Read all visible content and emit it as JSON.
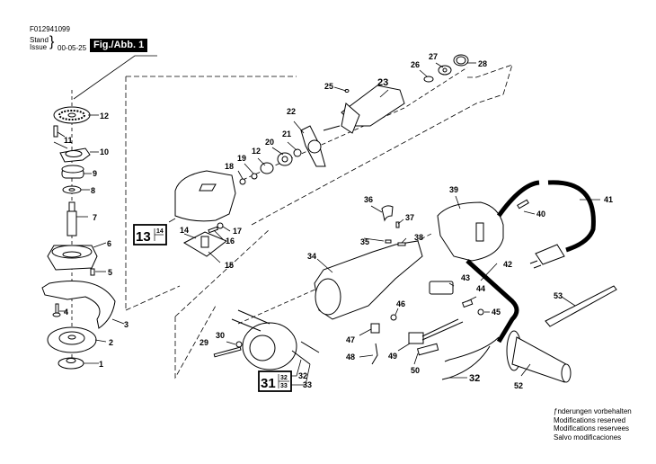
{
  "header": {
    "document_number": "F012941099",
    "stand_label": "Stand",
    "issue_label": "Issue",
    "date": "00-05-25",
    "figure_label": "Fig./Abb. 1"
  },
  "notes": [
    "ƒnderungen vorbehalten",
    "Modifications reserved",
    "Modifications reservees",
    "Salvo modificaciones"
  ],
  "assemblies": [
    {
      "main": "13",
      "sub": "14"
    },
    {
      "main": "31",
      "sub_top": "32",
      "sub_bottom": "33"
    }
  ],
  "parts": {
    "p1": "1",
    "p2": "2",
    "p3": "3",
    "p4": "4",
    "p5": "5",
    "p6": "6",
    "p7": "7",
    "p8": "8",
    "p9": "9",
    "p10": "10",
    "p11": "11",
    "p12a": "12",
    "p12b": "12",
    "p14": "14",
    "p15": "15",
    "p16": "16",
    "p17": "17",
    "p18": "18",
    "p19": "19",
    "p20": "20",
    "p21": "21",
    "p22": "22",
    "p23": "23",
    "p25": "25",
    "p26": "26",
    "p27": "27",
    "p28": "28",
    "p29": "29",
    "p30": "30",
    "p32a": "32",
    "p33": "33",
    "p32b": "32",
    "p34": "34",
    "p35": "35",
    "p36": "36",
    "p37": "37",
    "p38": "38",
    "p39": "39",
    "p40": "40",
    "p41": "41",
    "p42": "42",
    "p43": "43",
    "p44": "44",
    "p45": "45",
    "p46": "46",
    "p47": "47",
    "p48": "48",
    "p49": "49",
    "p50": "50",
    "p52": "52",
    "p53": "53"
  }
}
